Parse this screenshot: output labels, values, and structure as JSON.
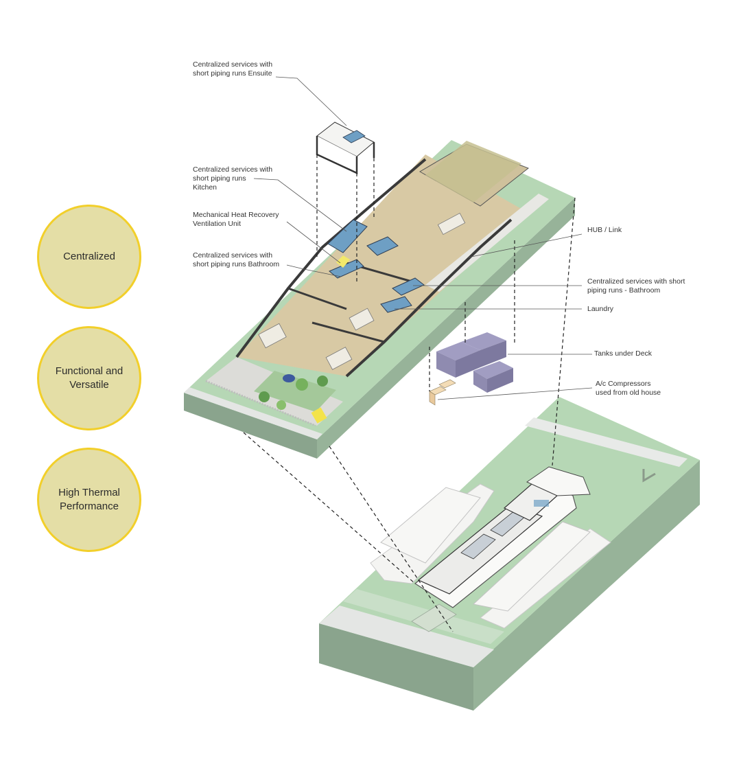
{
  "principles": [
    {
      "label": "Centralized"
    },
    {
      "label": "Functional and\nVersatile"
    },
    {
      "label": "High Thermal\nPerformance"
    }
  ],
  "callouts": {
    "ensuite": "Centralized services with\nshort piping runs Ensuite",
    "kitchen": "Centralized services with\nshort piping runs\nKitchen",
    "mhrv": "Mechanical Heat Recovery\nVentilation Unit",
    "bathroom_left": "Centralized services with\nshort piping runs Bathroom",
    "hub": "HUB / Link",
    "bathroom_right": "Centralized services with short\npiping runs - Bathroom",
    "laundry": "Laundry",
    "tanks": "Tanks under Deck",
    "compressors": "A/c Compressors\nused from old house"
  },
  "colors": {
    "principle_fill": "#e4dea6",
    "principle_ring": "#f2cf2a",
    "lawn": "#b6d7b5",
    "site_side": "#8aa48d",
    "floor": "#d8c9a4",
    "services": "#6e9fc4",
    "tanks": "#8f8bb0",
    "compressors": "#e9c99c",
    "leader": "#555555"
  }
}
